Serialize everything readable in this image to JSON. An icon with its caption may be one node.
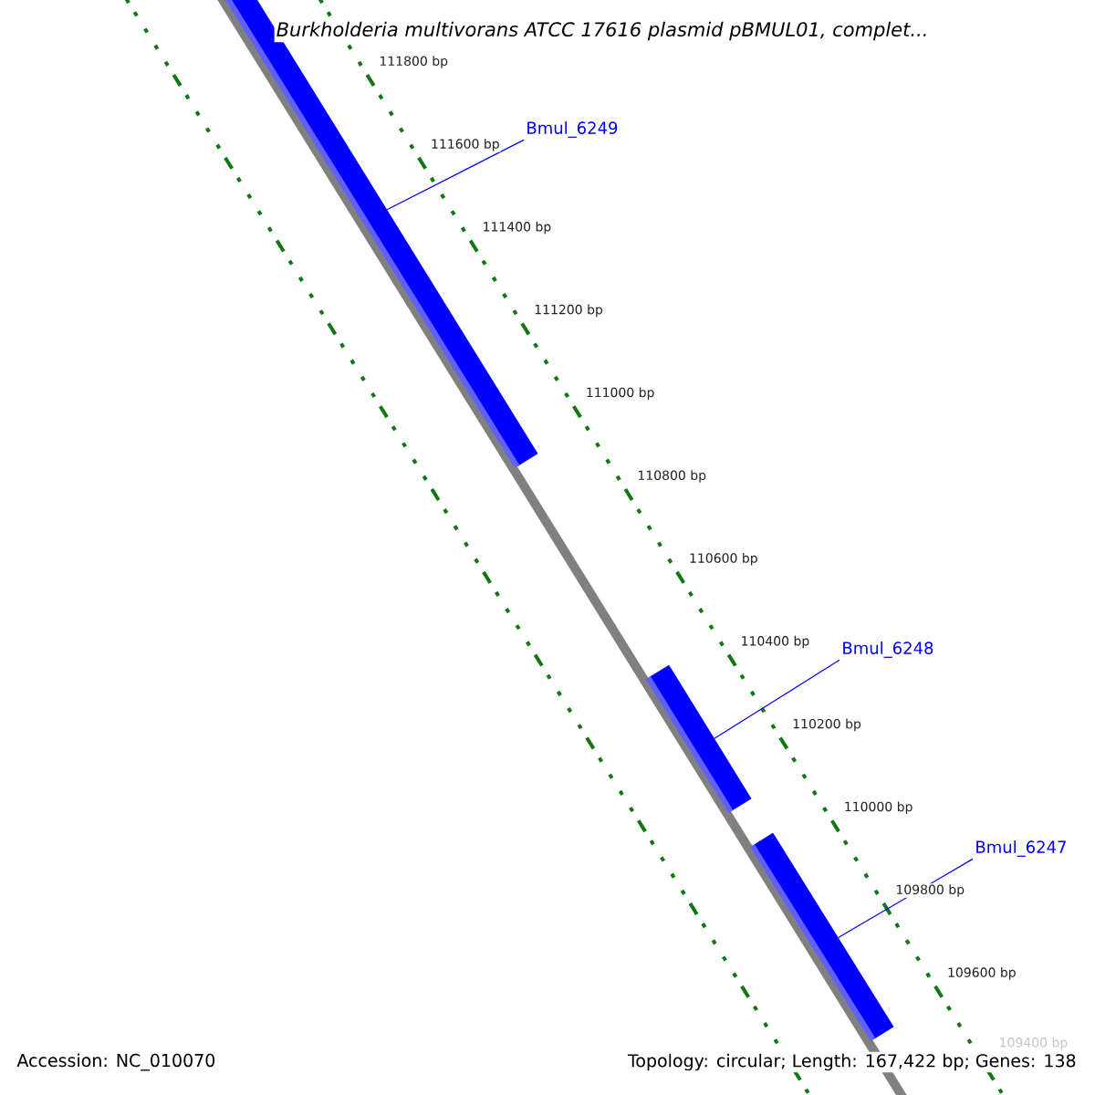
{
  "diagram": {
    "title": "Burkholderia multivorans ATCC 17616 plasmid pBMUL01, complet...",
    "nodes": [
      {
        "text": [],
        "shape": "bar"
      },
      {
        "text": [
          "Bmul_6249"
        ]
      },
      {
        "text": [
          "Bmul_6248"
        ]
      },
      {
        "text": [],
        "shape": "bar"
      },
      {
        "text": [],
        "shape": "bar"
      },
      {
        "text": [
          "Bmul_6247"
        ]
      }
    ],
    "edges": [
      {
        "from": 1,
        "to": 0,
        "arrow": "none"
      },
      {
        "from": 2,
        "to": 3,
        "arrow": "none"
      },
      {
        "from": 5,
        "to": 4,
        "arrow": "none"
      }
    ],
    "labels": [
      "111800 bp",
      "111600 bp",
      "111400 bp",
      "111200 bp",
      "111000 bp",
      "110800 bp",
      "110600 bp",
      "110400 bp",
      "110200 bp",
      "110000 bp",
      "109800 bp",
      "109600 bp",
      "109400 bp",
      "Accession: NC_010070",
      "Topology: circular; Length: 167,422 bp; Genes: 138"
    ]
  }
}
